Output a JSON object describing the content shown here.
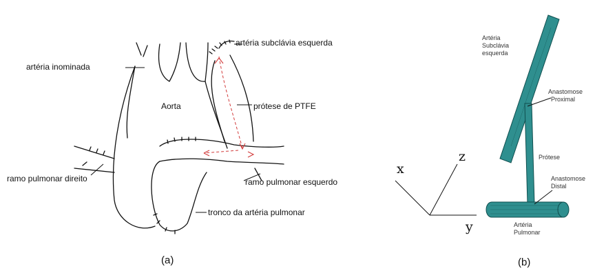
{
  "panel_a": {
    "labels": {
      "left_subclavian": "artéria subclávia esquerda",
      "innominate": "artéria inominada",
      "aorta": "Aorta",
      "ptfe": "prótese de PTFE",
      "right_pulmonary": "ramo pulmonar direito",
      "left_pulmonary": "ramo pulmonar esquerdo",
      "pulmonary_trunk": "tronco da artéria pulmonar"
    },
    "caption": "(a)",
    "colors": {
      "outline": "#111111",
      "flow_arrows": "#d23a3a"
    }
  },
  "panel_b": {
    "labels": {
      "left_subclavian": [
        "Artéria",
        "Subclávia",
        "esquerda"
      ],
      "proximal_anastomosis": [
        "Anastomose",
        "Proximal"
      ],
      "prosthesis": "Prótese",
      "distal_anastomosis": [
        "Anastomose",
        "Distal"
      ],
      "pulmonary_artery": [
        "Artéria",
        "Pulmonar"
      ]
    },
    "axes": {
      "x": "x",
      "y": "y",
      "z": "z"
    },
    "caption": "(b)",
    "colors": {
      "mesh": "#2f8f8f",
      "mesh_edge": "#0f4e4e"
    }
  }
}
